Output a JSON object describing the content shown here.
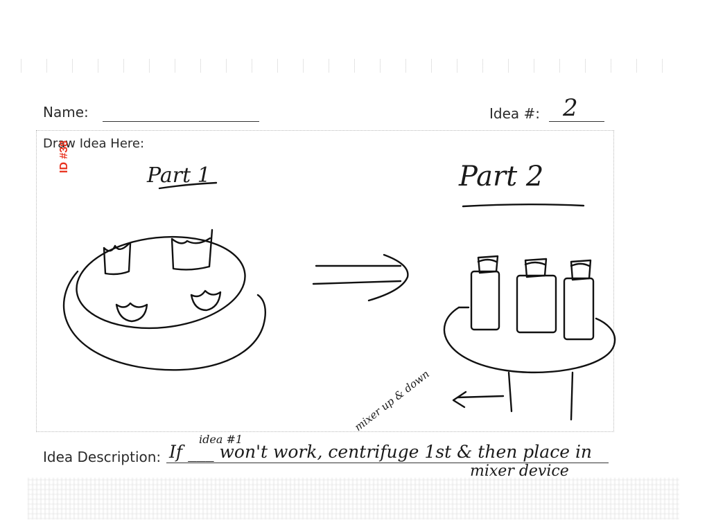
{
  "form": {
    "name_label": "Name:",
    "idea_number_label": "Idea #:",
    "draw_label": "Draw Idea Here:",
    "description_label": "Idea Description:"
  },
  "stamp": {
    "id_text": "ID #38",
    "color": "#e8321e"
  },
  "handwriting": {
    "idea_number": "2",
    "part1_label": "Part 1",
    "part2_label": "Part 2",
    "mixer_note": "mixer up & down",
    "description_insert": "idea #1",
    "description_line1": "If ___ won't work, centrifuge 1st & then place in",
    "description_line2": "mixer device"
  }
}
